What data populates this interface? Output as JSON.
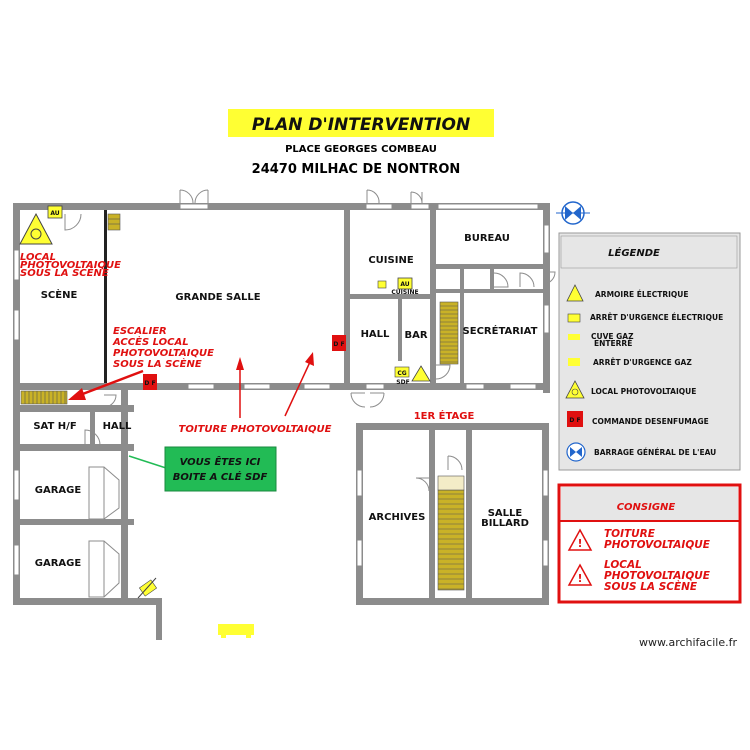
{
  "header": {
    "title": "PLAN D'INTERVENTION",
    "address_line1": "PLACE GEORGES COMBEAU",
    "address_line2": "24470 MILHAC DE NONTRON"
  },
  "rooms": {
    "scene": "SCÈNE",
    "grande_salle": "GRANDE SALLE",
    "cuisine": "CUISINE",
    "bureau": "BUREAU",
    "hall_top": "HALL",
    "bar": "BAR",
    "secretariat": "SECRÉTARIAT",
    "sat": "SAT H/F",
    "hall_bottom": "HALL",
    "garage1": "GARAGE",
    "garage2": "GARAGE",
    "first_floor": "1ER ÉTAGE",
    "archives": "ARCHIVES",
    "salle_billard": [
      "SALLE",
      "BILLARD"
    ]
  },
  "annotations": {
    "local_pv": [
      "LOCAL",
      "PHOTOVOLTAIQUE",
      "SOUS LA SCÈNE"
    ],
    "escalier": [
      "ESCALIER",
      "ACCÈS LOCAL",
      "PHOTOVOLTAIQUE",
      "SOUS LA SCÈNE"
    ],
    "toiture": "TOITURE PHOTOVOLTAIQUE",
    "you_are_here": [
      "VOUS ÊTES ICI",
      "BOITE A CLÉ SDF"
    ]
  },
  "markers": {
    "au": "AU",
    "au_cuisine_sub": "CUISINE",
    "df": "D F",
    "cg": "CG",
    "sdf": "SDF"
  },
  "legend": {
    "title": "LÉGENDE",
    "items": [
      {
        "icon": "electrical-cabinet-icon",
        "label": "ARMOIRE ÉLECTRIQUE"
      },
      {
        "icon": "electrical-emergency-stop-icon",
        "label": "ARRÊT D'URGENCE ÉLECTRIQUE"
      },
      {
        "icon": "buried-gas-tank-icon",
        "label": [
          "CUVE GAZ",
          "ENTERRÉ"
        ]
      },
      {
        "icon": "gas-emergency-stop-icon",
        "label": "ARRÊT D'URGENCE GAZ"
      },
      {
        "icon": "photovoltaic-room-icon",
        "label": "LOCAL PHOTOVOLTAIQUE"
      },
      {
        "icon": "smoke-control-icon",
        "label": "COMMANDE DESENFUMAGE"
      },
      {
        "icon": "water-main-valve-icon",
        "label": "BARRAGE GÉNÉRAL DE L'EAU"
      }
    ]
  },
  "consigne": {
    "title": "CONSIGNE",
    "items": [
      [
        "TOITURE",
        "PHOTOVOLTAIQUE"
      ],
      [
        "LOCAL",
        "PHOTOVOLTAIQUE",
        "SOUS LA SCÈNE"
      ]
    ]
  },
  "footer": "www.archifacile.fr",
  "colors": {
    "wall": "#8c8c8c",
    "title_bg": "#ffff33",
    "red": "#e01010",
    "green": "#22bb55",
    "stair": "#c9b227",
    "legend_bg": "#e6e6e6"
  }
}
